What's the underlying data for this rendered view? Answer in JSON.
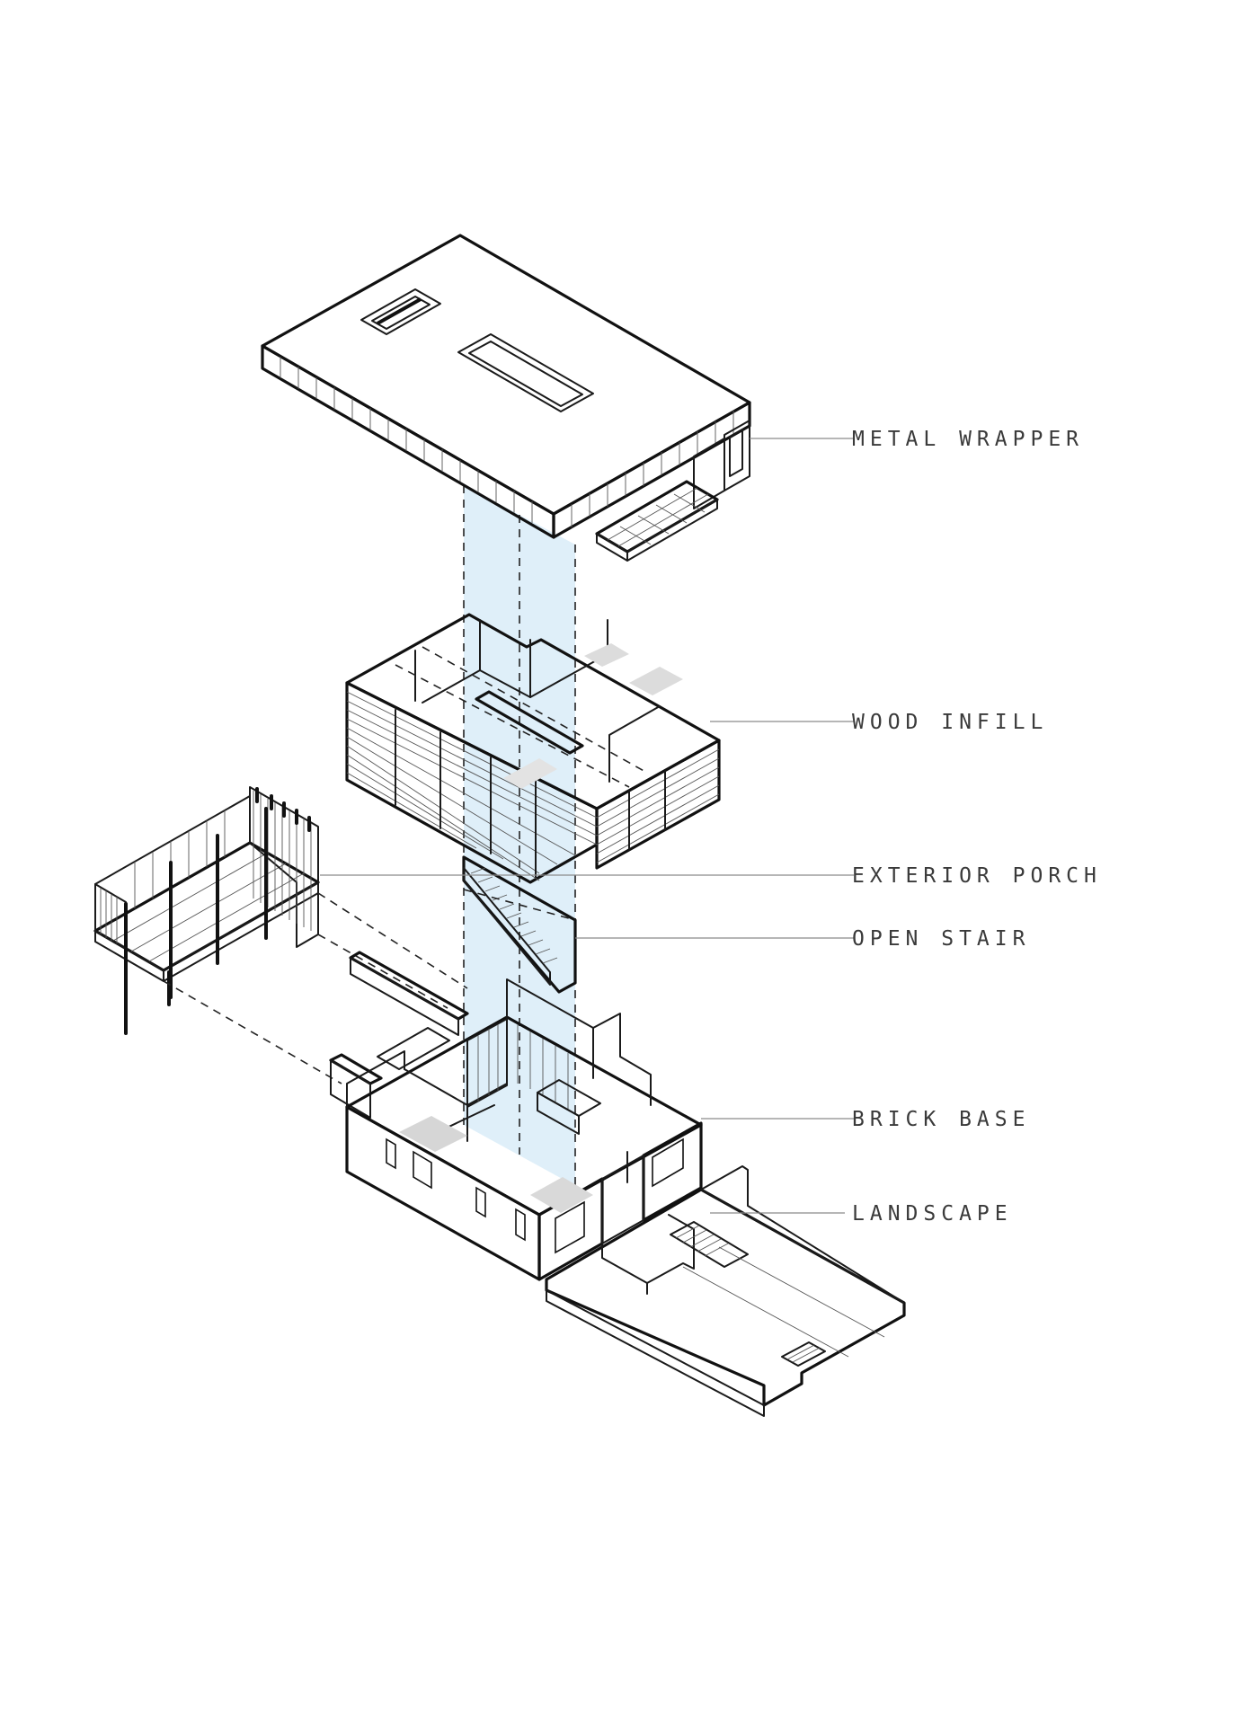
{
  "labels": {
    "metal_wrapper": "METAL WRAPPER",
    "wood_infill": "WOOD INFILL",
    "exterior_porch": "EXTERIOR PORCH",
    "open_stair": "OPEN STAIR",
    "brick_base": "BRICK BASE",
    "landscape": "LANDSCAPE"
  },
  "colors": {
    "background": "#ffffff",
    "line": "#1a1a1a",
    "leader": "#8a8a8a",
    "void_highlight": "#d9ecf8",
    "brick": "#6b6b6b"
  }
}
